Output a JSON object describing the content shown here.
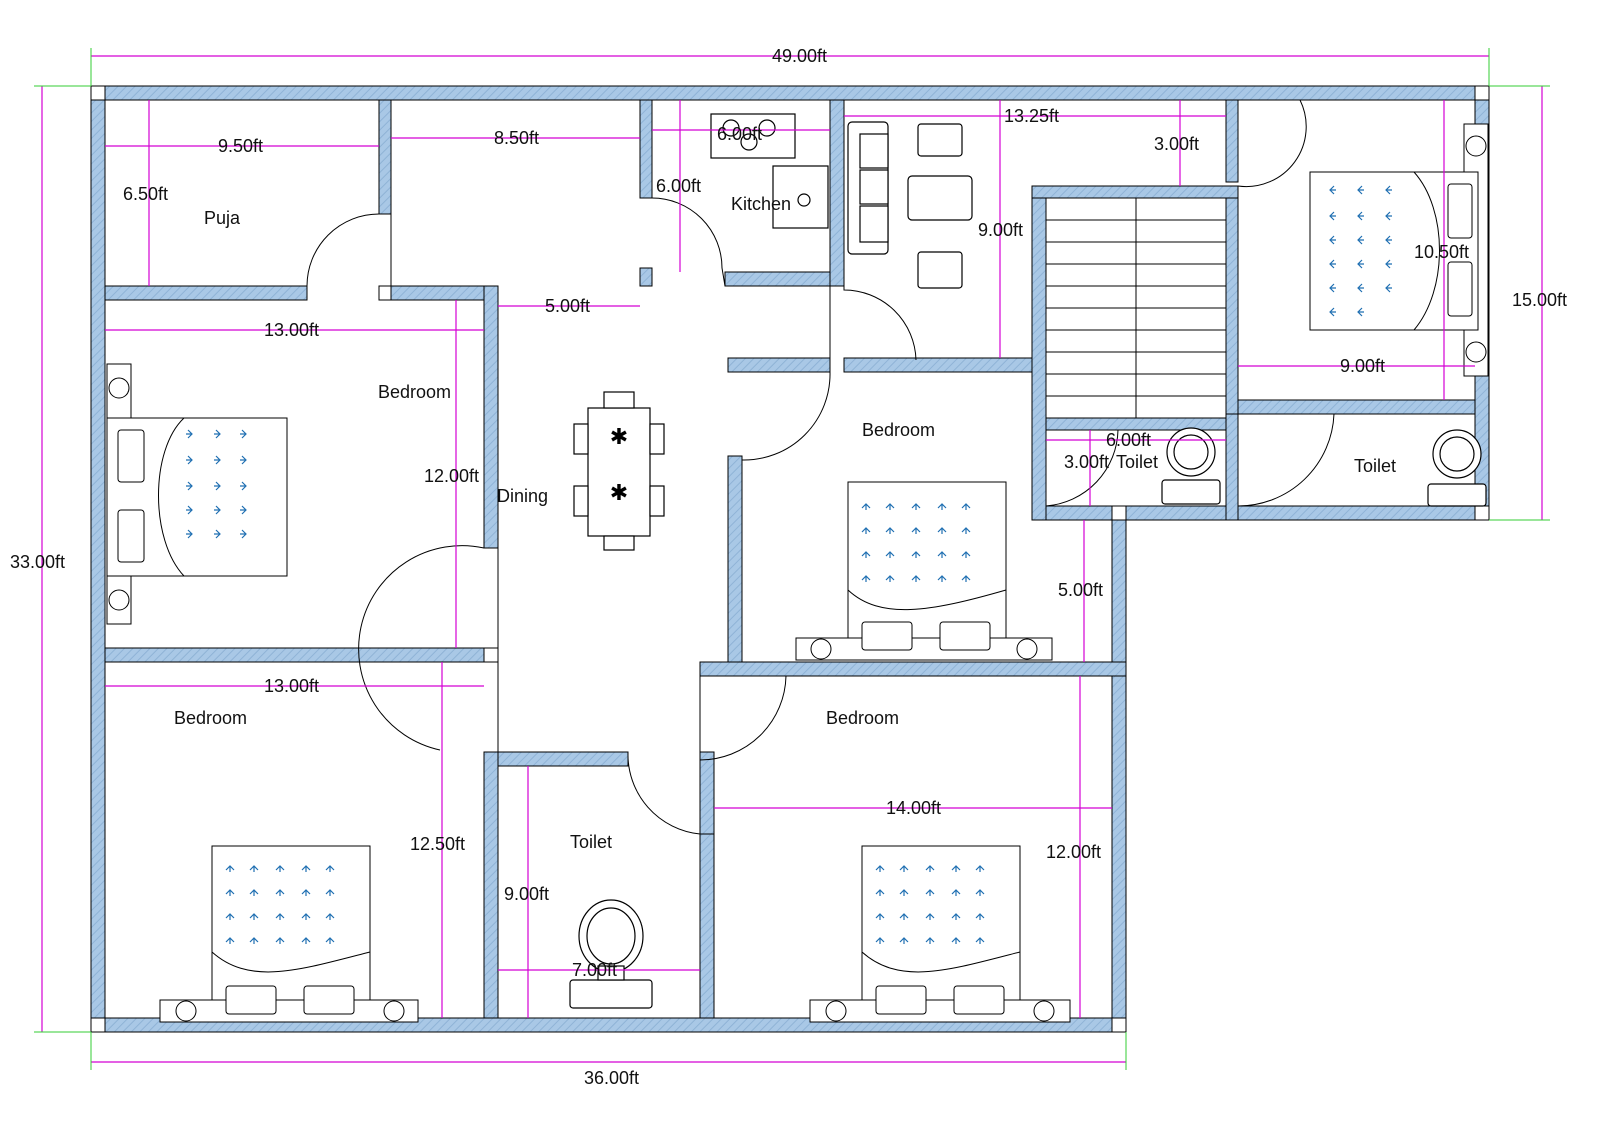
{
  "plan": {
    "overall": {
      "width_top": "49.00ft",
      "width_bottom": "36.00ft",
      "height_left": "33.00ft",
      "height_right": "15.00ft"
    },
    "rooms": {
      "puja": "Puja",
      "kitchen": "Kitchen",
      "dining": "Dining",
      "bedroom_left_top": "Bedroom",
      "bedroom_center": "Bedroom",
      "bedroom_left_bottom": "Bedroom",
      "bedroom_right_bottom": "Bedroom",
      "toilet_bottom": "Toilet",
      "toilet_right": "Toilet",
      "toilet_small": "Toilet"
    },
    "dimensions": {
      "puja_w": "9.50ft",
      "puja_h": "6.50ft",
      "top_mid_w": "8.50ft",
      "kitchen_w": "6.00ft",
      "kitchen_h": "6.00ft",
      "living_w": "13.25ft",
      "living_h": "9.00ft",
      "stair_offset": "3.00ft",
      "passage_w": "5.00ft",
      "bed1_w": "13.00ft",
      "bed1_h": "12.00ft",
      "right_bed_h": "10.50ft",
      "right_bed_w": "9.00ft",
      "small_toilet_w": "6.00ft",
      "small_toilet_h": "3.00ft",
      "center_gap": "5.00ft",
      "bed3_w": "13.00ft",
      "bed3_h": "12.50ft",
      "toilet_h": "9.00ft",
      "toilet_w": "7.00ft",
      "bed4_w": "14.00ft",
      "bed4_h": "12.00ft"
    },
    "colors": {
      "wall_fill": "#a9c8e6",
      "dimension": "#d400d4",
      "extension": "#33cc33",
      "bed_arrows": "#1f6fb2"
    }
  }
}
